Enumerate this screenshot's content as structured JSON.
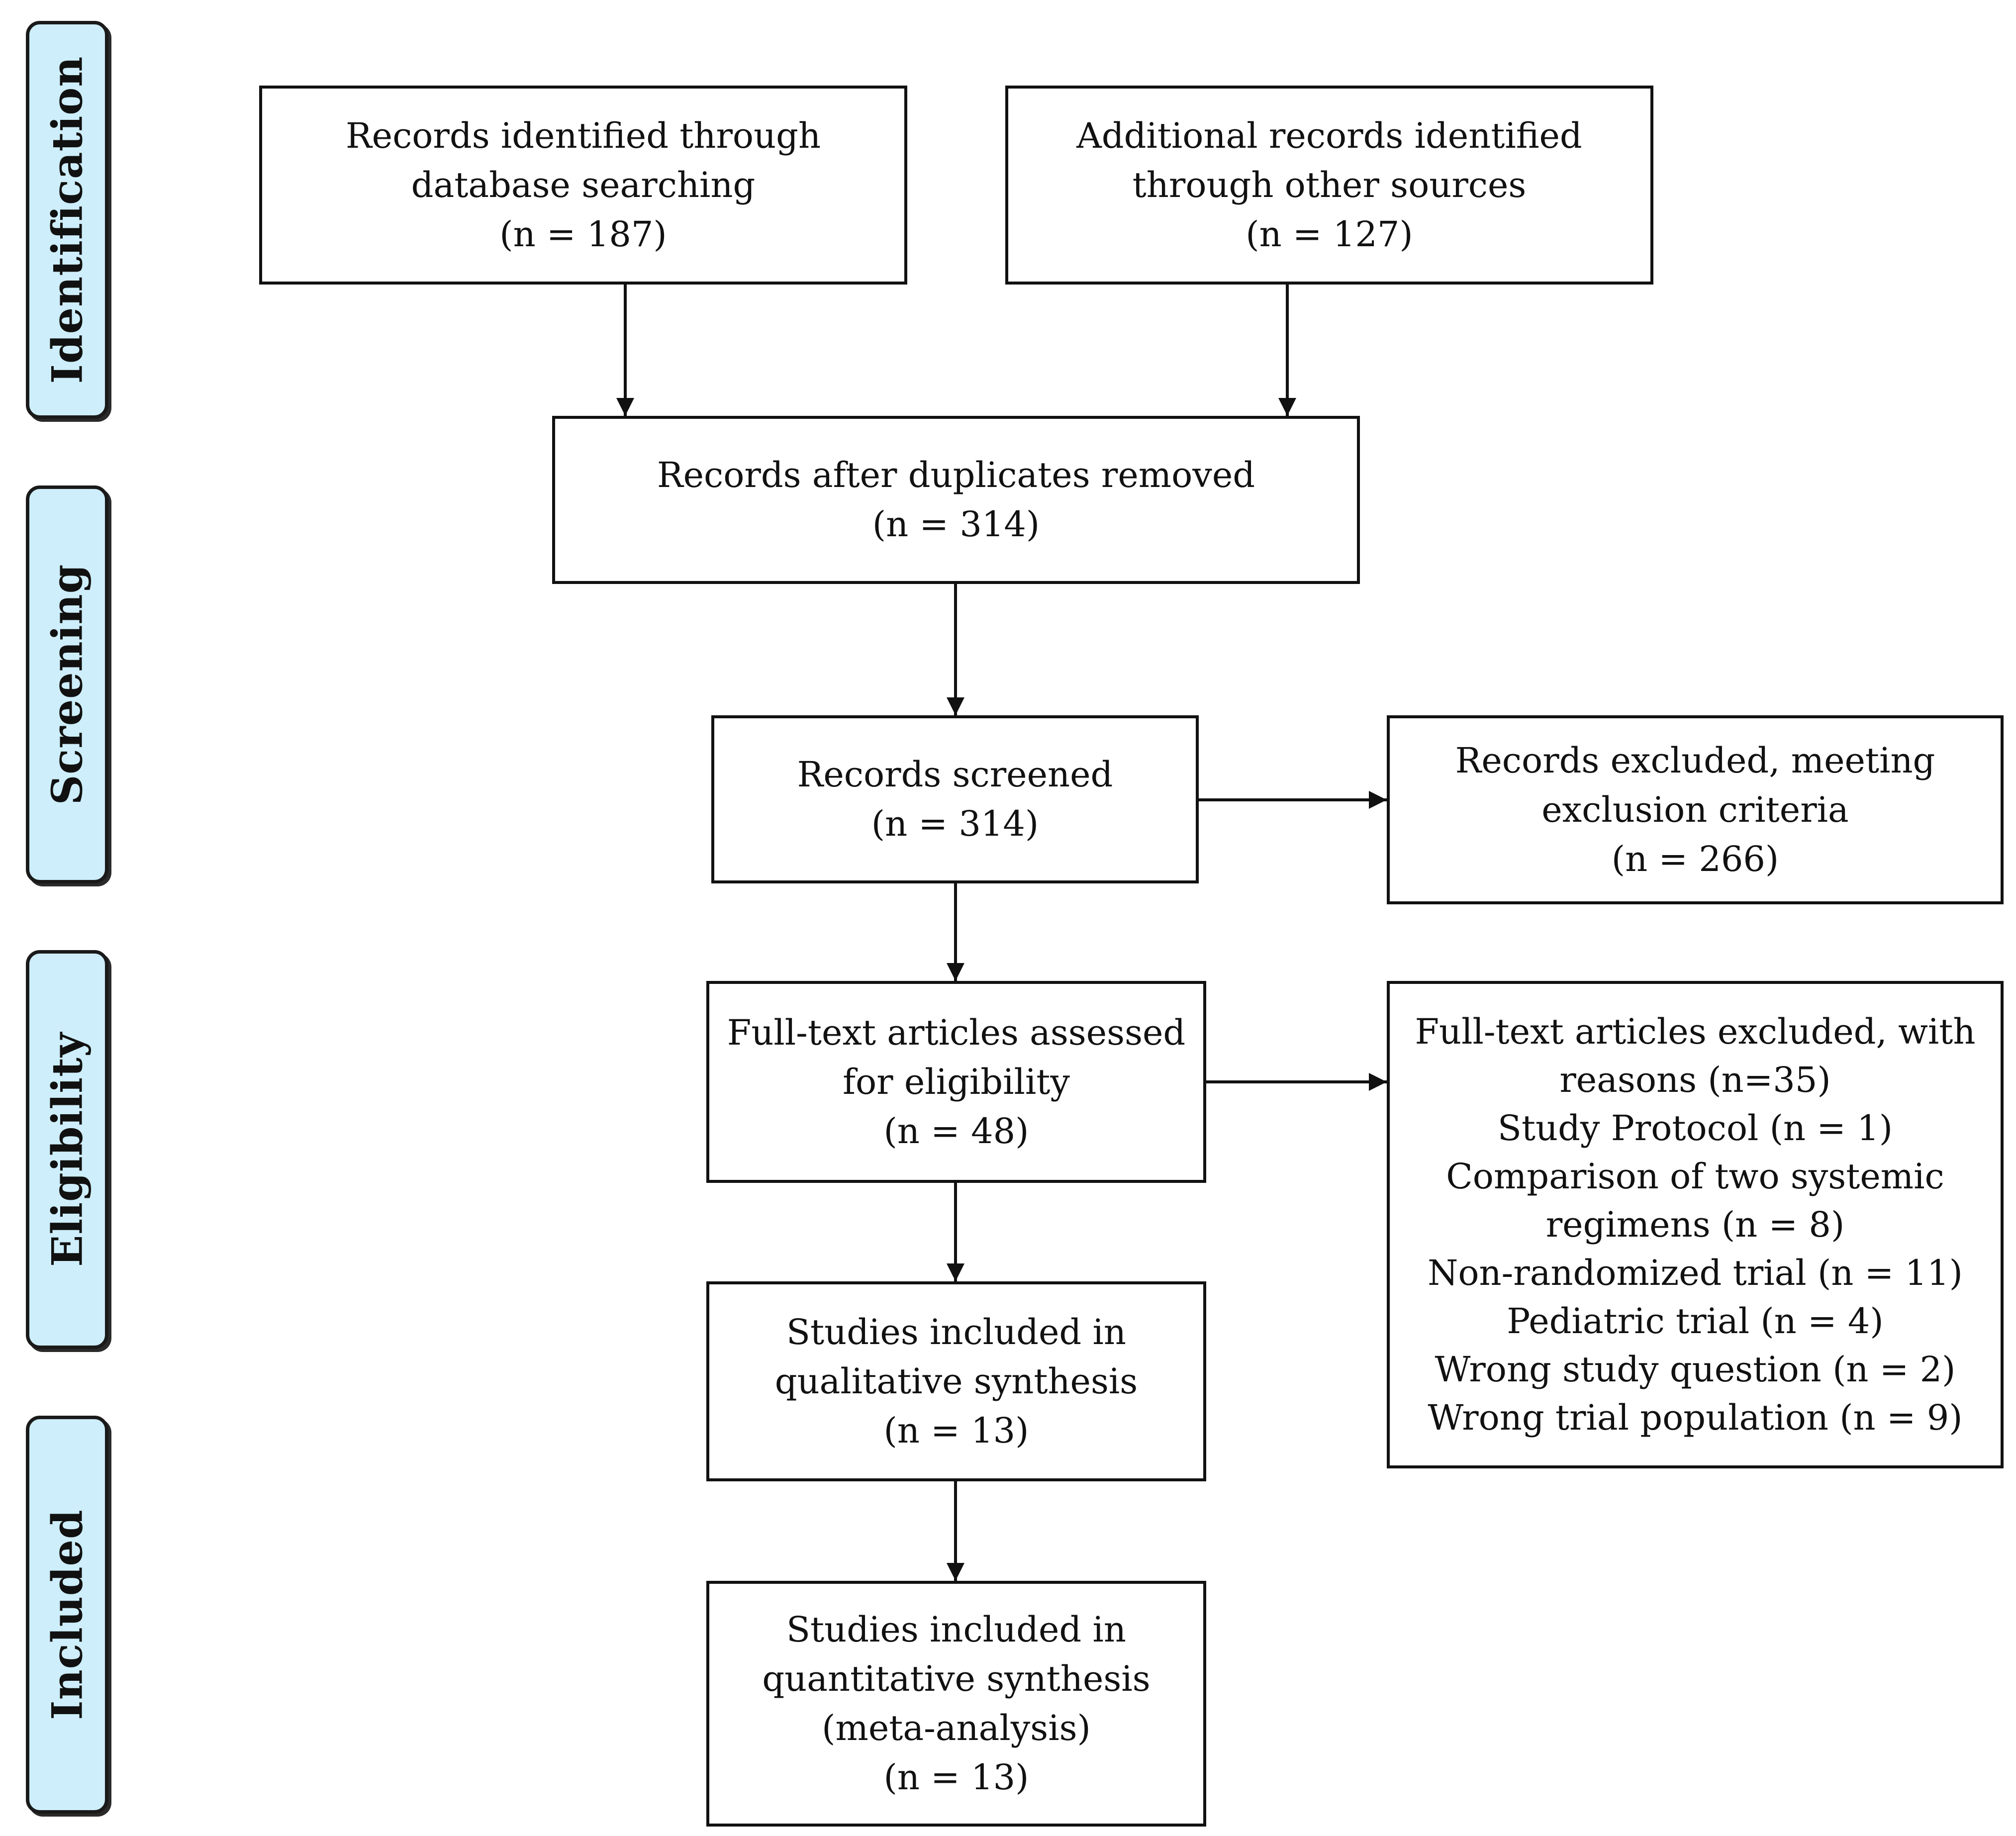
{
  "phases": {
    "identification": "Identification",
    "screening": "Screening",
    "eligibility": "Eligibility",
    "included": "Included"
  },
  "boxes": {
    "database_search": {
      "line1": "Records identified through",
      "line2": "database searching",
      "count": "(n = 187)"
    },
    "other_sources": {
      "line1": "Additional records identified",
      "line2": "through other sources",
      "count": "(n = 127)"
    },
    "duplicates_removed": {
      "line1": "Records after duplicates removed",
      "count": "(n =  314)"
    },
    "screened": {
      "line1": "Records screened",
      "count": "(n = 314)"
    },
    "excluded_records": {
      "line1": "Records excluded, meeting",
      "line2": "exclusion criteria",
      "count": "(n =  266)"
    },
    "fulltext_assessed": {
      "line1": "Full-text articles assessed",
      "line2": "for eligibility",
      "count": "(n = 48)"
    },
    "fulltext_excluded": {
      "line1": "Full-text articles excluded, with",
      "line2": "reasons (n=35)",
      "reasons": [
        "Study Protocol (n = 1)",
        "Comparison of two systemic",
        "regimens (n = 8)",
        "Non-randomized trial (n = 11)",
        "Pediatric trial (n = 4)",
        "Wrong study question (n = 2)",
        "Wrong trial population (n = 9)"
      ]
    },
    "qualitative": {
      "line1": "Studies included in",
      "line2": "qualitative synthesis",
      "count": "(n = 13)"
    },
    "quantitative": {
      "line1": "Studies included in",
      "line2": "quantitative synthesis",
      "line3": "(meta-analysis)",
      "count": "(n = 13)"
    }
  }
}
